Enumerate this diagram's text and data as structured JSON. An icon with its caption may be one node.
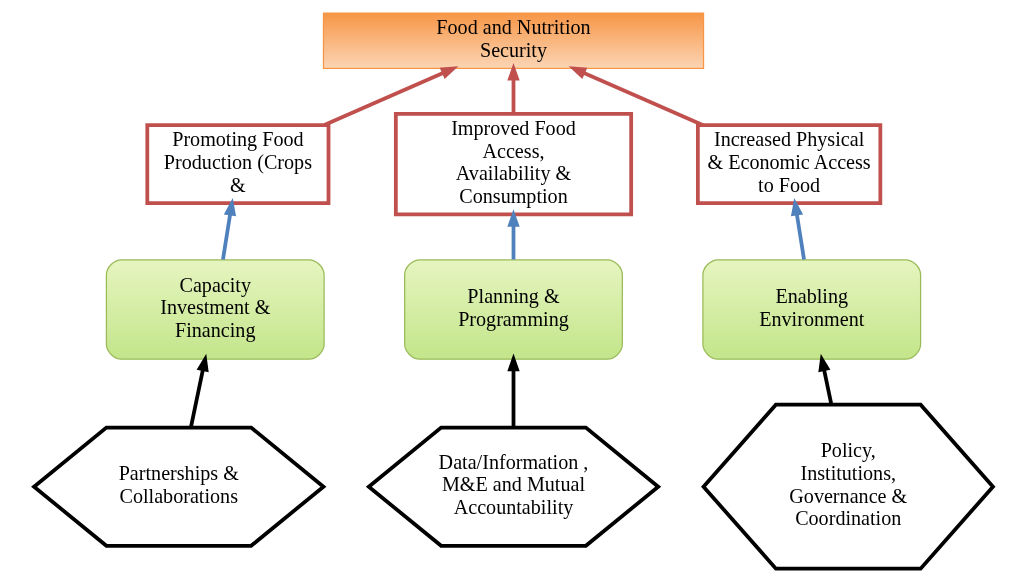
{
  "diagram": {
    "nodes": [
      {
        "text": [
          "Food and Nutrition Security"
        ]
      },
      {
        "text": [
          "Promoting Food Production (Crops &"
        ]
      },
      {
        "text": [
          "Improved Food Access, Availability & Consumption"
        ]
      },
      {
        "text": [
          "Increased Physical & Economic Access to Food"
        ]
      },
      {
        "text": [
          "Capacity Investment & Financing"
        ]
      },
      {
        "text": [
          "Planning & Programming"
        ]
      },
      {
        "text": [
          "Enabling Environment"
        ]
      },
      {
        "text": [
          "Partnerships & Collaborations"
        ]
      },
      {
        "text": [
          "Data/Information , M&E and Mutual Accountability"
        ]
      },
      {
        "text": [
          "Policy, Institutions, Governance & Coordination"
        ]
      }
    ],
    "edges": [
      {
        "from": 1,
        "to": 0,
        "arrow": "to",
        "color": "#c0504d"
      },
      {
        "from": 2,
        "to": 0,
        "arrow": "to",
        "color": "#c0504d"
      },
      {
        "from": 3,
        "to": 0,
        "arrow": "to",
        "color": "#c0504d"
      },
      {
        "from": 4,
        "to": 1,
        "arrow": "to",
        "color": "#4f81bd"
      },
      {
        "from": 5,
        "to": 2,
        "arrow": "to",
        "color": "#4f81bd"
      },
      {
        "from": 6,
        "to": 3,
        "arrow": "to",
        "color": "#4f81bd"
      },
      {
        "from": 7,
        "to": 4,
        "arrow": "to",
        "color": "#000000"
      },
      {
        "from": 8,
        "to": 5,
        "arrow": "to",
        "color": "#000000"
      },
      {
        "from": 9,
        "to": 6,
        "arrow": "to",
        "color": "#000000"
      }
    ]
  }
}
